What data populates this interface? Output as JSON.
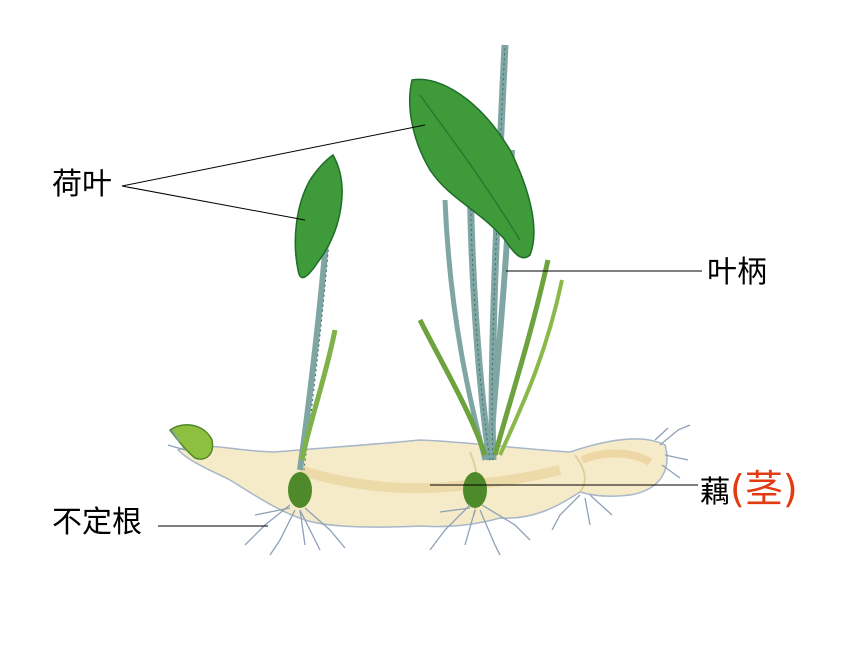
{
  "labels": {
    "lotus_leaf": "荷叶",
    "petiole": "叶柄",
    "adventitious_root": "不定根",
    "rhizome": "藕",
    "rhizome_note": "(茎)"
  },
  "colors": {
    "leaf": "#3f9a3a",
    "leaf_dark": "#1f6d2a",
    "stalk": "#7fa6a3",
    "rhizome": "#f6ebc8",
    "rhizome_shadow": "#e8cf95",
    "roots": "#8ea0b8",
    "leader_line": "#000000",
    "note_text": "#e23b12"
  }
}
